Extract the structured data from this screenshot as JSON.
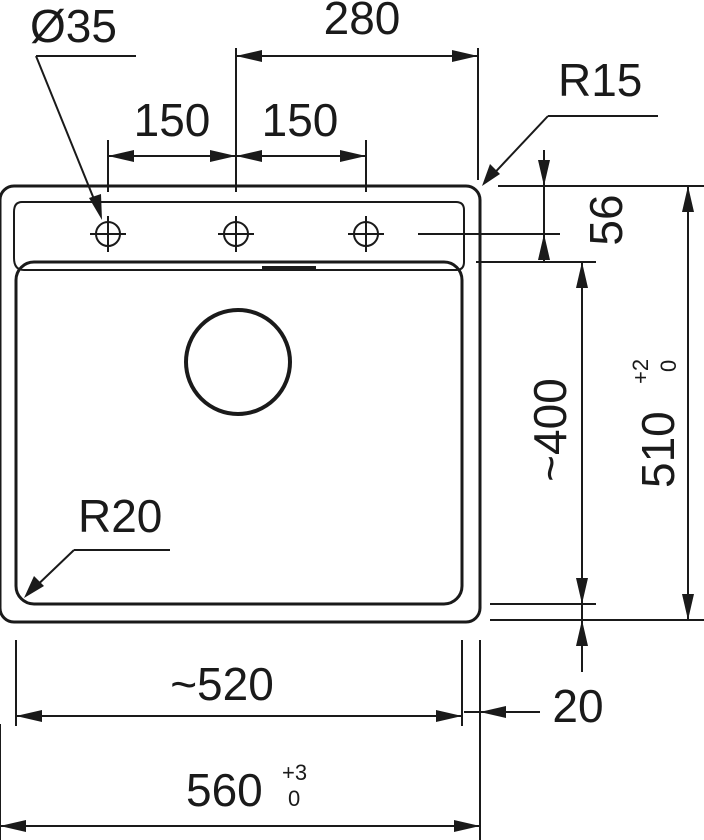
{
  "dimensions": {
    "tap_hole_diameter": "Ø35",
    "tap_span": "280",
    "tap_spacing_left": "150",
    "tap_spacing_right": "150",
    "corner_radius_outer": "R15",
    "tap_row_offset": "56",
    "bowl_length": "~400",
    "overall_length": "510",
    "overall_length_tol_upper": "+2",
    "overall_length_tol_lower": "0",
    "bowl_corner_radius": "R20",
    "bowl_width": "~520",
    "rim_offset": "20",
    "overall_width": "560",
    "overall_width_tol_upper": "+3",
    "overall_width_tol_lower": "0"
  },
  "colors": {
    "line": "#1a1a1a",
    "background": "#ffffff"
  }
}
